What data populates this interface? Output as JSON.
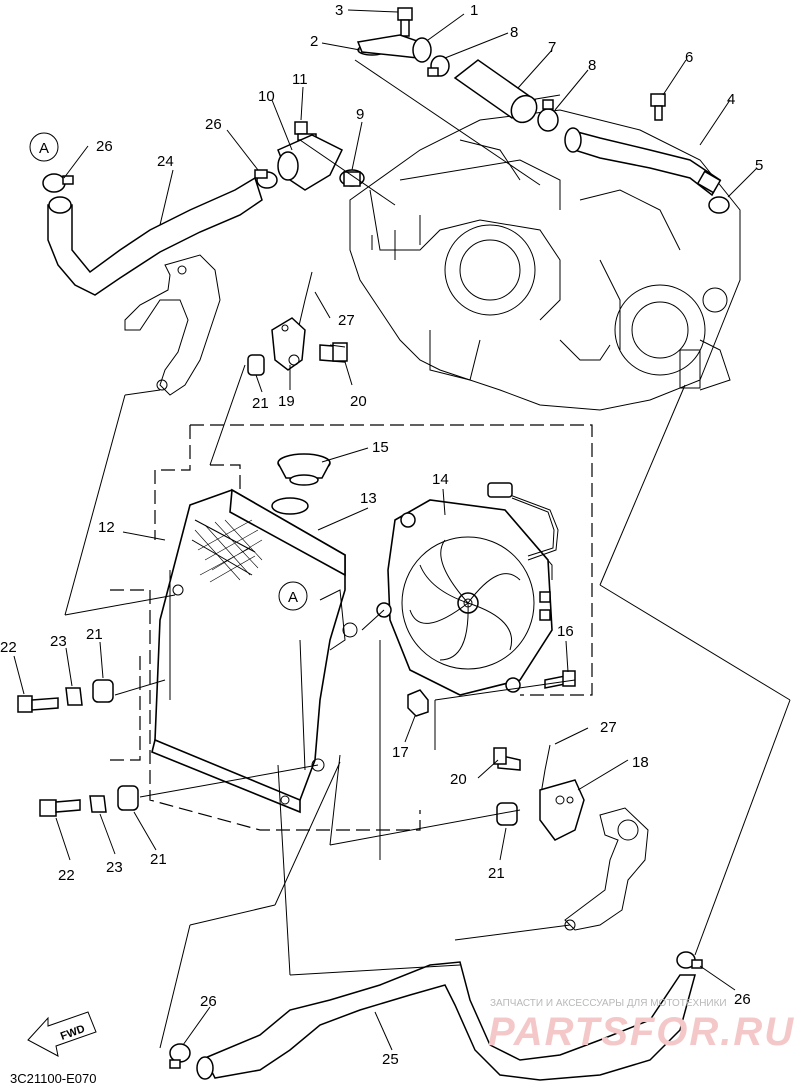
{
  "labels": {
    "p1": "1",
    "p2": "2",
    "p3": "3",
    "p4": "4",
    "p5": "5",
    "p6": "6",
    "p7": "7",
    "p8a": "8",
    "p8b": "8",
    "p9": "9",
    "p10": "10",
    "p11": "11",
    "p12": "12",
    "p13": "13",
    "p14": "14",
    "p15": "15",
    "p16": "16",
    "p17": "17",
    "p18": "18",
    "p19": "19",
    "p20a": "20",
    "p20b": "20",
    "p21a": "21",
    "p21b": "21",
    "p21c": "21",
    "p21d": "21",
    "p22a": "22",
    "p22b": "22",
    "p23a": "23",
    "p23b": "23",
    "p24": "24",
    "p25": "25",
    "p26a": "26",
    "p26b": "26",
    "p26c": "26",
    "p26d": "26",
    "p27a": "27",
    "p27b": "27"
  },
  "ref_marker": "A",
  "fwd": "FWD",
  "diagram_code": "3C21100-E070",
  "watermark": {
    "tagline": "ЗАПЧАСТИ И АКСЕССУАРЫ ДЛЯ МОТОТЕХНИКИ",
    "brand": "PARTSFOR.RU"
  }
}
